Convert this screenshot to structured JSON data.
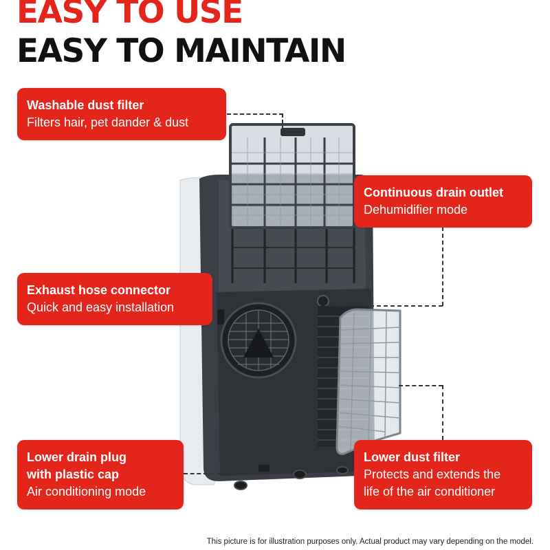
{
  "headline": {
    "line1": "EASY TO USE",
    "line2": "EASY TO MAINTAIN",
    "line1_color": "#e4251b",
    "line2_color": "#111111"
  },
  "accent_color": "#e4251b",
  "callouts": {
    "washable_filter": {
      "title": "Washable dust filter",
      "desc": "Filters hair, pet dander & dust"
    },
    "drain_outlet": {
      "title": "Continuous drain outlet",
      "desc": "Dehumidifier mode"
    },
    "exhaust_hose": {
      "title": "Exhaust hose connector",
      "desc": "Quick and easy installation"
    },
    "drain_plug": {
      "title_line1": "Lower drain plug",
      "title_line2": "with plastic cap",
      "desc": "Air conditioning mode"
    },
    "lower_filter": {
      "title": "Lower dust filter",
      "desc_line1": "Protects and extends the",
      "desc_line2": "life of  the air conditioner"
    }
  },
  "disclaimer": "This picture is for illustration purposes only. Actual product may vary depending on the model."
}
